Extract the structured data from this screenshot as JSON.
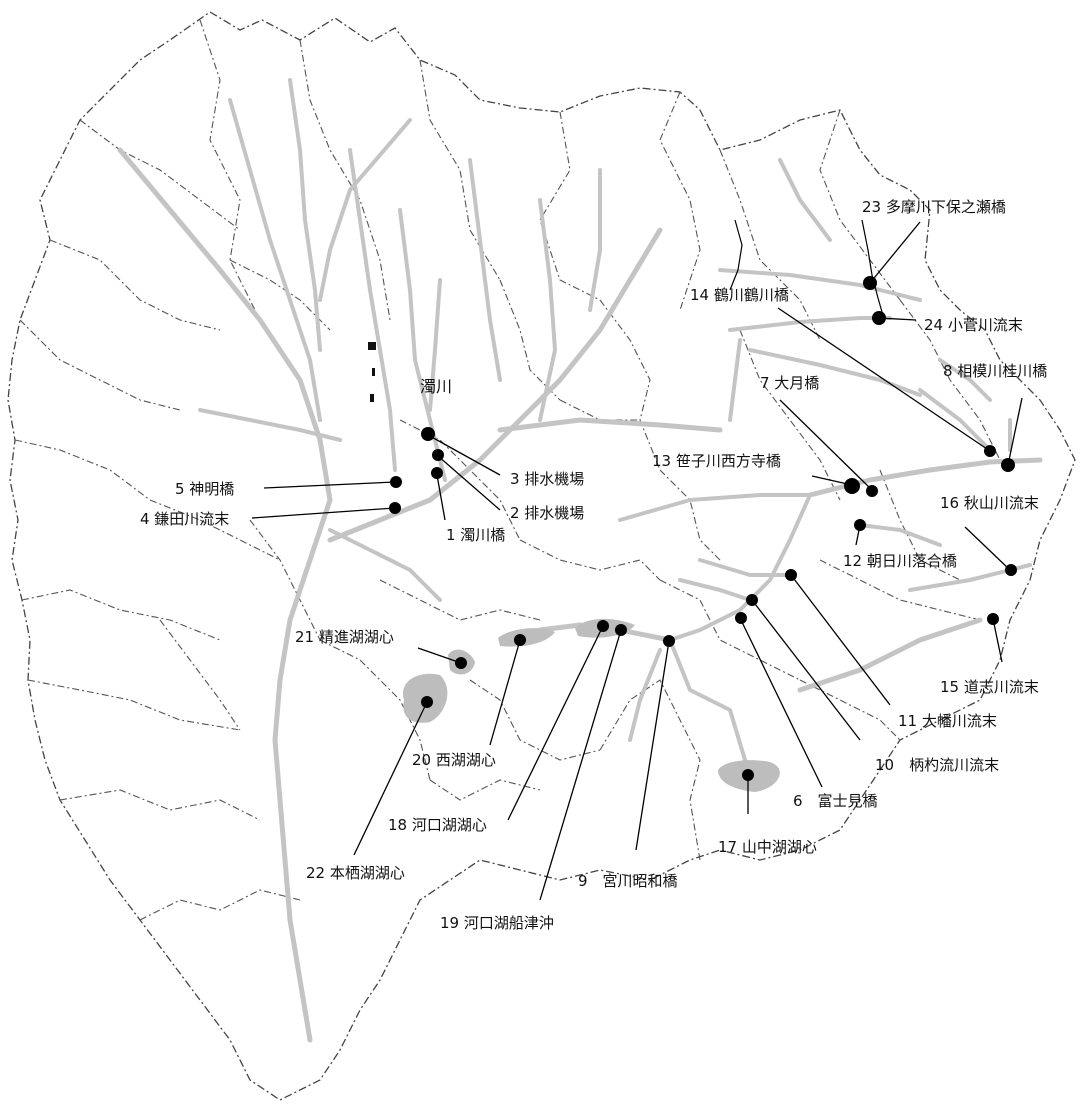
{
  "map": {
    "river_label": "濁川",
    "stations": [
      {
        "label": "1 濁川橋"
      },
      {
        "label": "2 排水機場"
      },
      {
        "label": "3 排水機場"
      },
      {
        "label": "4 鎌田川流末"
      },
      {
        "label": "5 神明橋"
      },
      {
        "label": "6　富士見橋"
      },
      {
        "label": "7 大月橋"
      },
      {
        "label": "8 相模川桂川橋"
      },
      {
        "label": "9　宮川昭和橋"
      },
      {
        "label": "10　柄杓流川流末"
      },
      {
        "label": "11 大幡川流末"
      },
      {
        "label": "12 朝日川落合橋"
      },
      {
        "label": "13 笹子川西方寺橋"
      },
      {
        "label": "14 鶴川鶴川橋"
      },
      {
        "label": "15 道志川流末"
      },
      {
        "label": "16 秋山川流末"
      },
      {
        "label": "17 山中湖湖心"
      },
      {
        "label": "18 河口湖湖心"
      },
      {
        "label": "19 河口湖船津沖"
      },
      {
        "label": "20 西湖湖心"
      },
      {
        "label": "21 精進湖湖心"
      },
      {
        "label": "22 本栖湖湖心"
      },
      {
        "label": "23 多摩川下保之瀬橋"
      },
      {
        "label": "24 小菅川流末"
      }
    ]
  }
}
